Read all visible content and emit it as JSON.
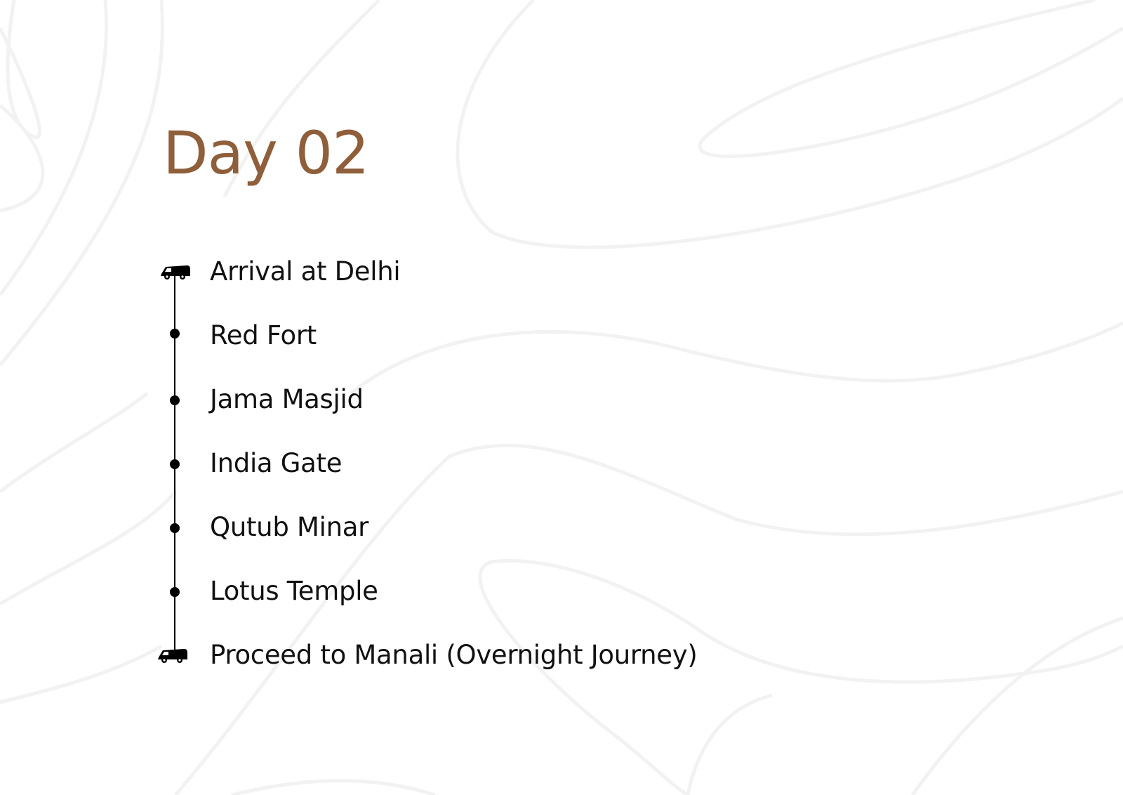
{
  "title": "Day 02",
  "colors": {
    "title": "#8f5e3a",
    "text": "#111111",
    "timeline": "#000000",
    "background": "#ffffff",
    "pattern": "#f1f1f1"
  },
  "timeline": {
    "items": [
      {
        "label": "Arrival at Delhi",
        "marker": "van-icon"
      },
      {
        "label": "Red Fort",
        "marker": "dot"
      },
      {
        "label": "Jama Masjid",
        "marker": "dot"
      },
      {
        "label": "India Gate",
        "marker": "dot"
      },
      {
        "label": "Qutub Minar",
        "marker": "dot"
      },
      {
        "label": "Lotus Temple",
        "marker": "dot"
      },
      {
        "label": "Proceed to Manali (Overnight Journey)",
        "marker": "van-icon"
      }
    ]
  }
}
